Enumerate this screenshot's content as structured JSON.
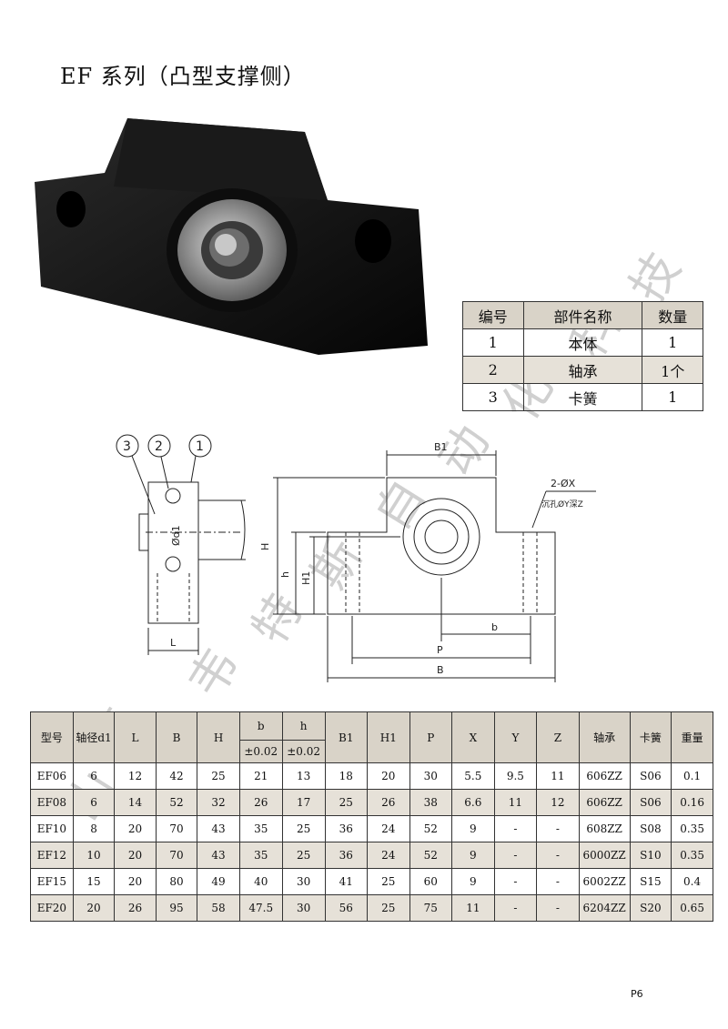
{
  "title": "EF 系列（凸型支撑侧）",
  "parts_table": {
    "headers": [
      "编号",
      "部件名称",
      "数量"
    ],
    "rows": [
      [
        "1",
        "本体",
        "1"
      ],
      [
        "2",
        "轴承",
        "1个"
      ],
      [
        "3",
        "卡簧",
        "1"
      ]
    ]
  },
  "drawing": {
    "balloons": [
      "3",
      "2",
      "1"
    ],
    "labels": {
      "B1": "B1",
      "H": "H",
      "h": "h",
      "H1": "H1",
      "b": "b",
      "P": "P",
      "B": "B",
      "L": "L",
      "d1": "Ød1",
      "hole1": "2-ØX",
      "hole2": "沉孔ØY深Z"
    }
  },
  "spec_table": {
    "header1": [
      "型号",
      "轴径d1",
      "L",
      "B",
      "H",
      "b",
      "h",
      "B1",
      "H1",
      "P",
      "X",
      "Y",
      "Z",
      "轴承",
      "卡簧",
      "重量"
    ],
    "header2": [
      "±0.02",
      "±0.02"
    ],
    "rows": [
      [
        "EF06",
        "6",
        "12",
        "42",
        "25",
        "21",
        "13",
        "18",
        "20",
        "30",
        "5.5",
        "9.5",
        "11",
        "606ZZ",
        "S06",
        "0.1"
      ],
      [
        "EF08",
        "6",
        "14",
        "52",
        "32",
        "26",
        "17",
        "25",
        "26",
        "38",
        "6.6",
        "11",
        "12",
        "606ZZ",
        "S06",
        "0.16"
      ],
      [
        "EF10",
        "8",
        "20",
        "70",
        "43",
        "35",
        "25",
        "36",
        "24",
        "52",
        "9",
        "-",
        "-",
        "608ZZ",
        "S08",
        "0.35"
      ],
      [
        "EF12",
        "10",
        "20",
        "70",
        "43",
        "35",
        "25",
        "36",
        "24",
        "52",
        "9",
        "-",
        "-",
        "6000ZZ",
        "S10",
        "0.35"
      ],
      [
        "EF15",
        "15",
        "20",
        "80",
        "49",
        "40",
        "30",
        "41",
        "25",
        "60",
        "9",
        "-",
        "-",
        "6002ZZ",
        "S15",
        "0.4"
      ],
      [
        "EF20",
        "20",
        "26",
        "95",
        "58",
        "47.5",
        "30",
        "56",
        "25",
        "75",
        "11",
        "-",
        "-",
        "6204ZZ",
        "S20",
        "0.65"
      ]
    ]
  },
  "watermark": [
    "山",
    "东",
    "韦",
    "特",
    "斯",
    "自",
    "动",
    "化",
    "科",
    "技"
  ],
  "page_number": "P6"
}
